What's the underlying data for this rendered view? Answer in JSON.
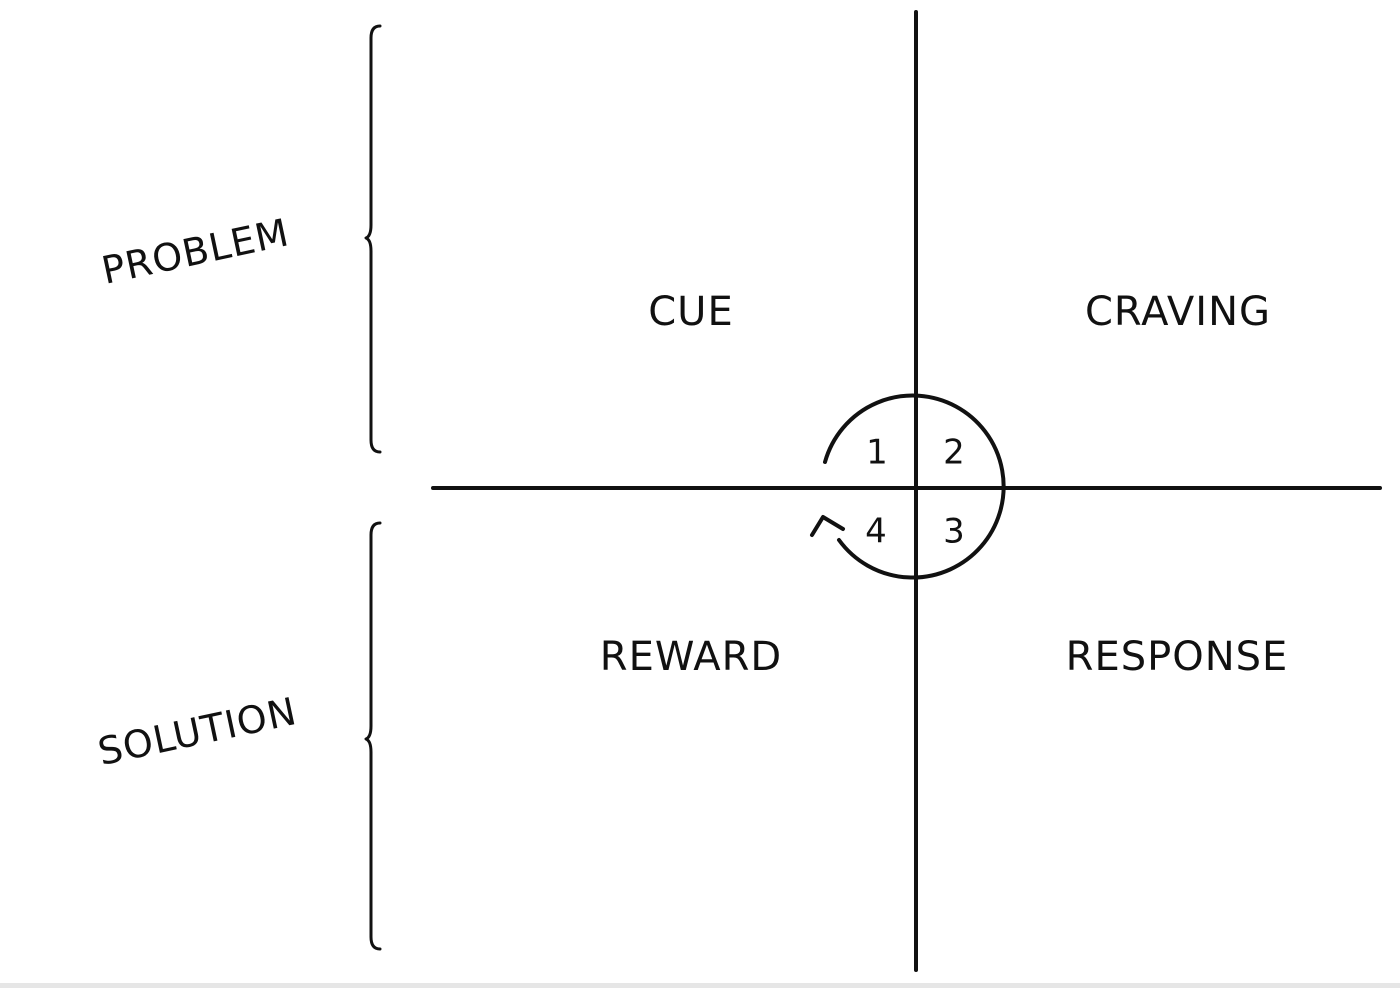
{
  "diagram": {
    "side_labels": {
      "problem": "PROBLEM",
      "solution": "SOLUTION"
    },
    "quadrants": {
      "top_left": "CUE",
      "top_right": "CRAVING",
      "bottom_right": "RESPONSE",
      "bottom_left": "REWARD"
    },
    "steps": {
      "one": "1",
      "two": "2",
      "three": "3",
      "four": "4"
    },
    "colors": {
      "ink": "#111111",
      "background": "#ffffff"
    }
  }
}
